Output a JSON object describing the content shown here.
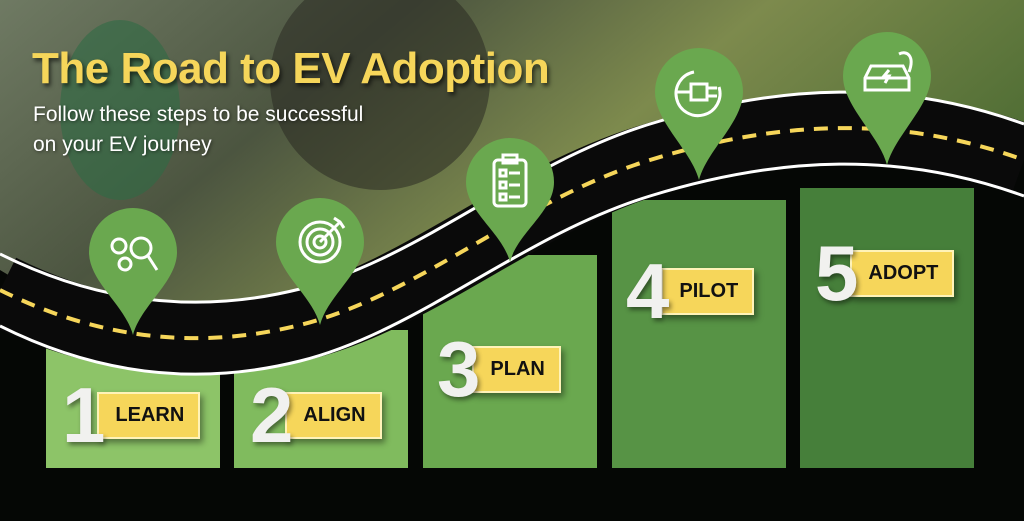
{
  "header": {
    "title": "The Road to EV Adoption",
    "subtitle_line1": "Follow these steps to be successful",
    "subtitle_line2": "on your EV journey"
  },
  "steps": [
    {
      "number": "1",
      "label": "LEARN",
      "icon": "gears-magnifier-icon"
    },
    {
      "number": "2",
      "label": "ALIGN",
      "icon": "target-arrow-icon"
    },
    {
      "number": "3",
      "label": "PLAN",
      "icon": "clipboard-checklist-icon"
    },
    {
      "number": "4",
      "label": "PILOT",
      "icon": "power-plug-icon"
    },
    {
      "number": "5",
      "label": "ADOPT",
      "icon": "electric-car-icon"
    }
  ],
  "colors": {
    "accent": "#f6d65a",
    "green": "#6aa84f",
    "road": "#0a0a0a"
  }
}
